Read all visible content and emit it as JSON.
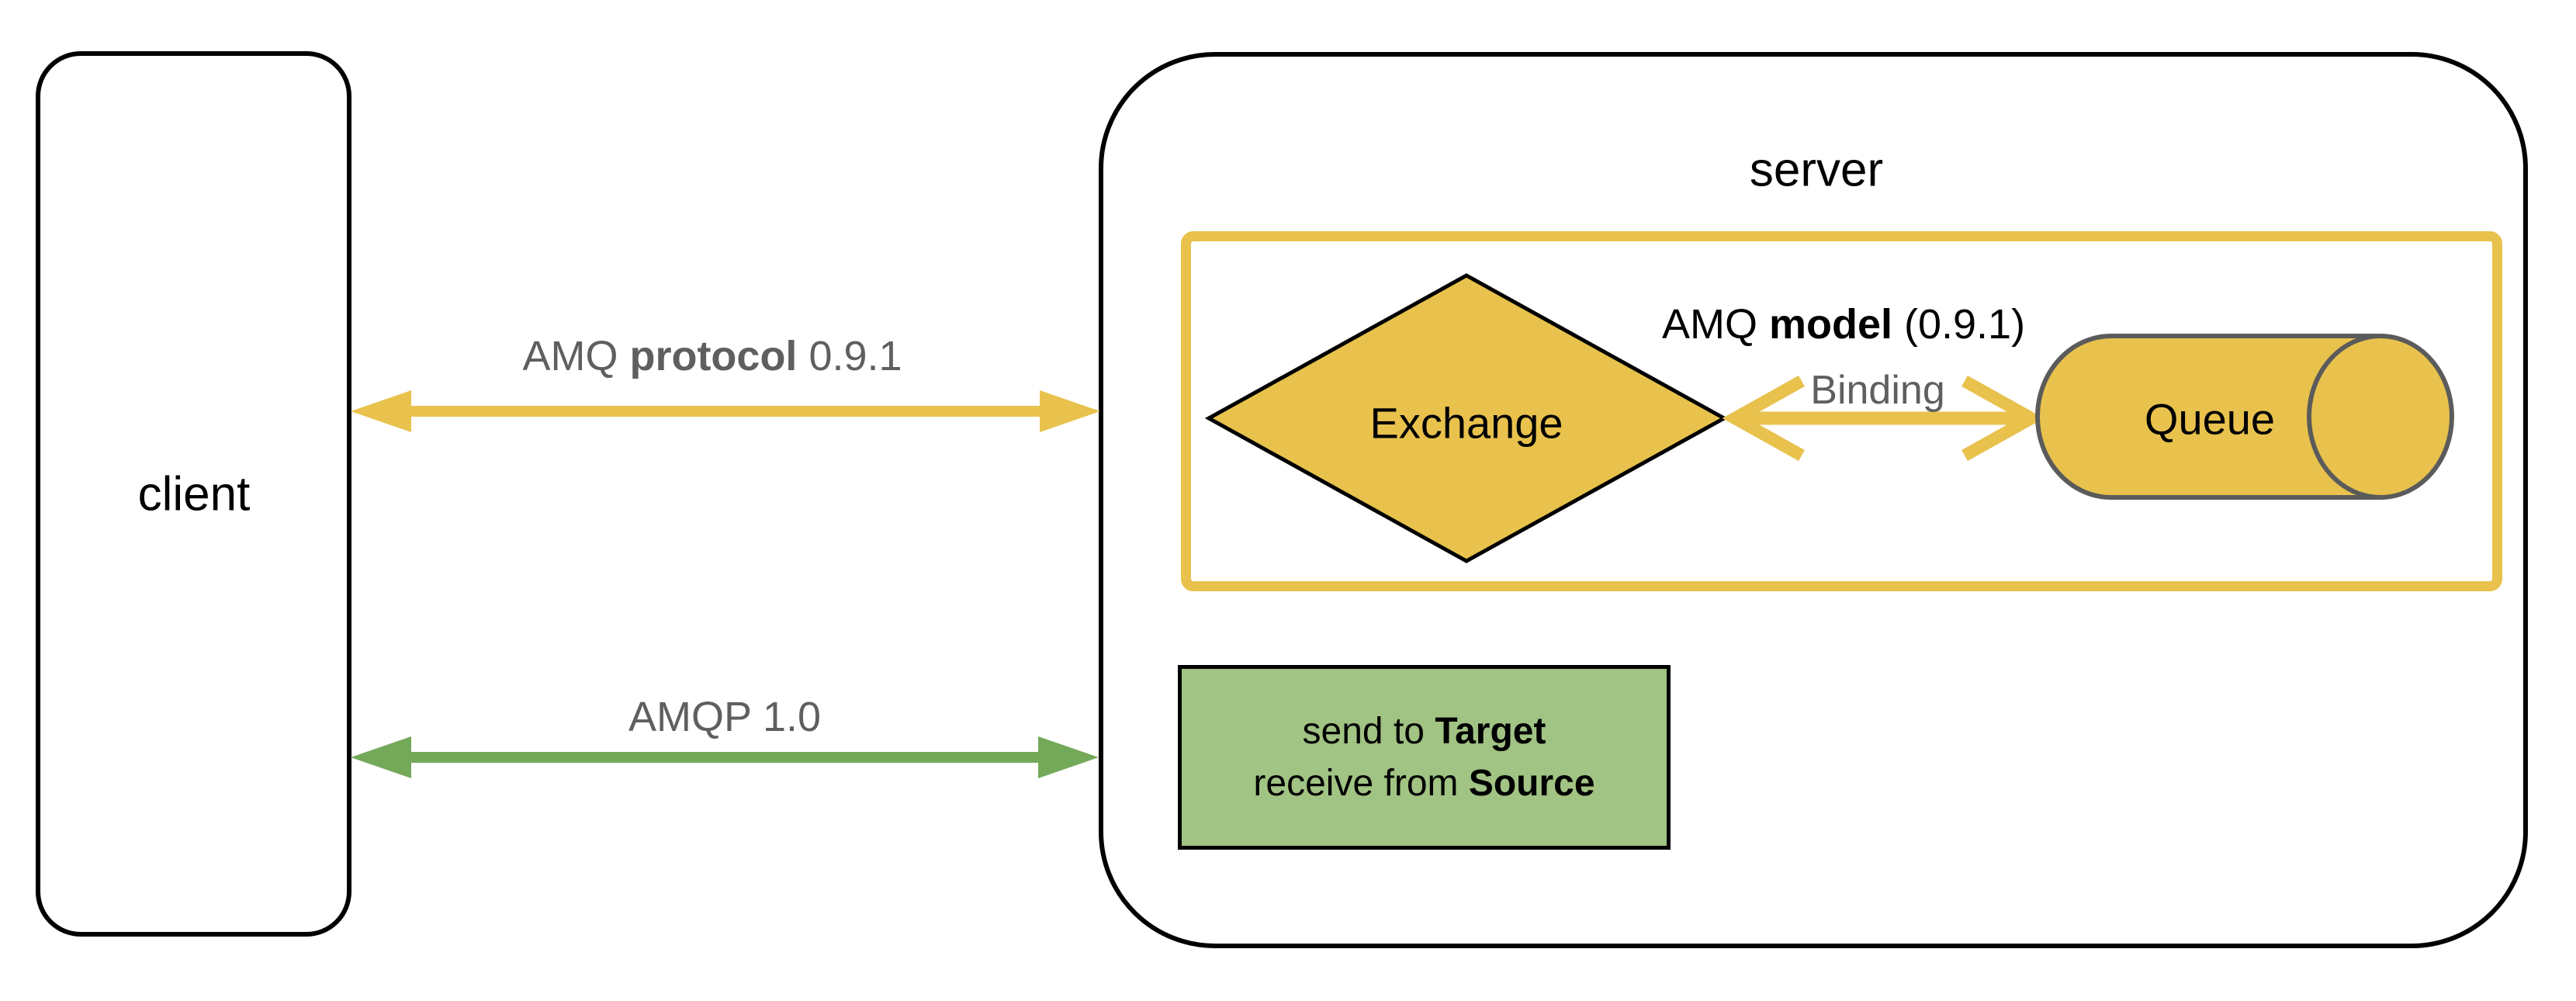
{
  "diagram": {
    "client": {
      "label": "client"
    },
    "server": {
      "label": "server"
    },
    "connections": {
      "amqp091": {
        "prefix": "AMQ ",
        "bold": "protocol",
        "suffix": " 0.9.1"
      },
      "amqp10": {
        "label": "AMQP 1.0"
      }
    },
    "amq_model": {
      "title": {
        "prefix": "AMQ ",
        "bold": "model",
        "suffix": " (0.9.1)"
      },
      "exchange": {
        "label": "Exchange"
      },
      "binding": {
        "label": "Binding"
      },
      "queue": {
        "label": "Queue"
      }
    },
    "amqp10_semantics": {
      "line1_prefix": "send to ",
      "line1_bold": "Target",
      "line2_prefix": "receive from ",
      "line2_bold": "Source"
    }
  },
  "colors": {
    "yellow_accent": "#E8C24D",
    "green_arrow": "#74A95A",
    "green_box_fill": "#A1C383",
    "shape_outline_gray": "#5B5B5B",
    "label_gray": "#5F5F5F",
    "outline_black": "#000000",
    "background": "#FFFFFF"
  }
}
